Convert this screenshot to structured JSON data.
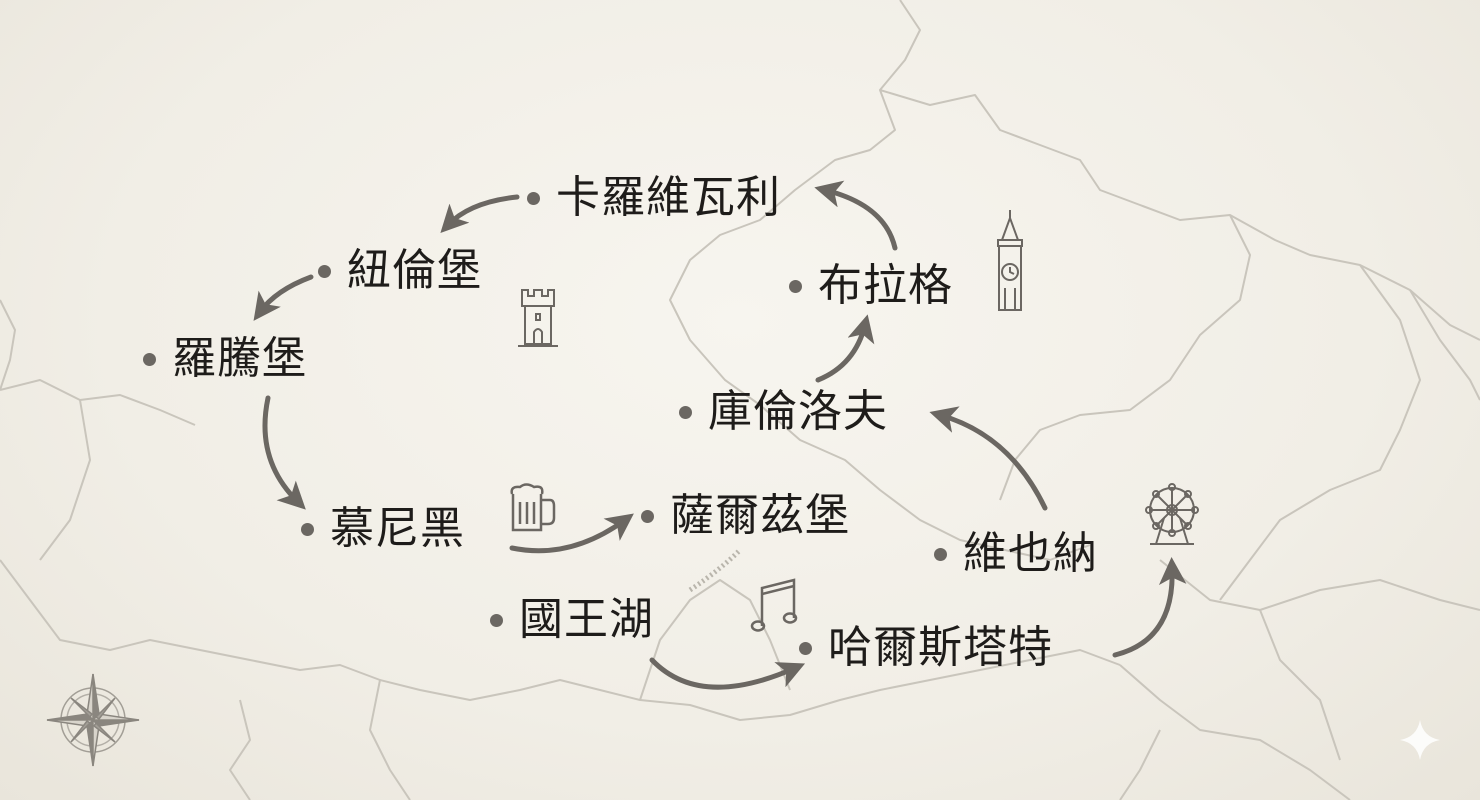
{
  "route": {
    "stops": [
      {
        "id": "karlovy-vary",
        "label": "卡羅維瓦利"
      },
      {
        "id": "nuremberg",
        "label": "紐倫堡"
      },
      {
        "id": "rothenburg",
        "label": "羅騰堡"
      },
      {
        "id": "munich",
        "label": "慕尼黑"
      },
      {
        "id": "salzburg",
        "label": "薩爾茲堡"
      },
      {
        "id": "konigssee",
        "label": "國王湖"
      },
      {
        "id": "hallstatt",
        "label": "哈爾斯塔特"
      },
      {
        "id": "vienna",
        "label": "維也納"
      },
      {
        "id": "cesky-krumlov",
        "label": "庫倫洛夫"
      },
      {
        "id": "prague",
        "label": "布拉格"
      }
    ]
  },
  "icons": {
    "nuremberg": "castle-tower-icon",
    "prague": "clock-tower-icon",
    "munich": "beer-mug-icon",
    "hallstatt": "music-note-icon",
    "vienna": "ferris-wheel-icon",
    "corner": "compass-rose-icon",
    "sparkle": "sparkle-icon"
  },
  "colors": {
    "paper": "#f3f1ea",
    "border_lines": "#c9c5bc",
    "arrow": "#6b6762",
    "text": "#1e1c1a",
    "dot": "#6b6762"
  }
}
